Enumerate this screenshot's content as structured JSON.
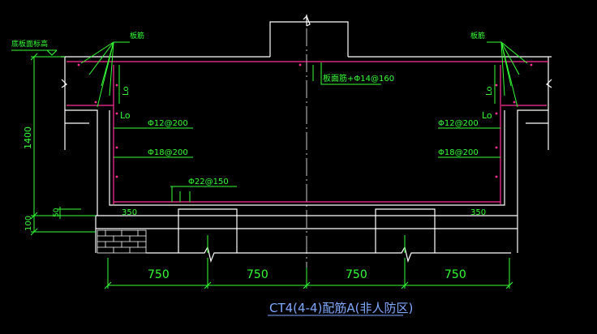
{
  "labels": {
    "slab_top": "底板面标高",
    "slab_bar_left": "板筋",
    "slab_bar_right": "板筋",
    "top_bar": "板面筋+Φ14@160",
    "lo_left_upper": "Lo",
    "lo_left_lower": "Lo",
    "lo_right_upper": "Lo",
    "lo_right_lower": "Lo",
    "left_bar1": "Φ12@200",
    "left_bar2": "Φ18@200",
    "right_bar1": "Φ12@200",
    "right_bar2": "Φ18@200",
    "bottom_bar": "Φ22@150",
    "left_350": "350",
    "right_350": "350",
    "dim_1400": "1400",
    "dim_100": "100",
    "dim_50": "50",
    "dim_750_1": "750",
    "dim_750_2": "750",
    "dim_750_3": "750",
    "dim_750_4": "750",
    "caption": "CT4(4-4)配筋A(非人防区)"
  },
  "colors": {
    "background": "#000000",
    "outline": "#ffffff",
    "rebar": "#ff2f9a",
    "dim": "#33ff33",
    "caption": "#7fa8ff"
  }
}
